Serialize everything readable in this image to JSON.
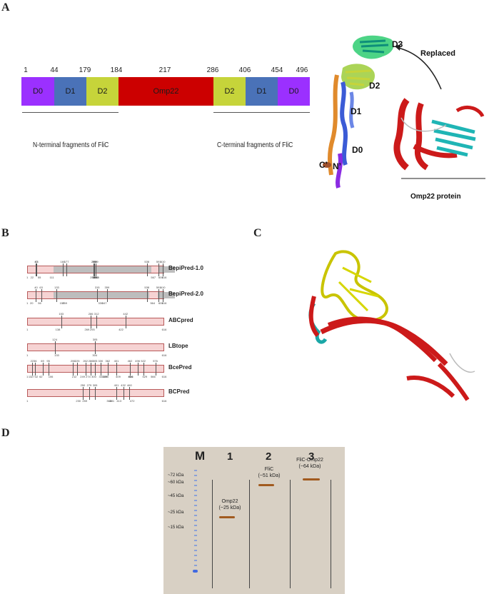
{
  "panels": {
    "a": "A",
    "b": "B",
    "c": "C",
    "d": "D"
  },
  "panel_a": {
    "positions": [
      "1",
      "44",
      "179",
      "184",
      "217",
      "286",
      "406",
      "454",
      "496"
    ],
    "segments": [
      {
        "label": "D0",
        "color": "#9b30ff"
      },
      {
        "label": "D1",
        "color": "#4a72b8"
      },
      {
        "label": "D2",
        "color": "#c6d43a"
      },
      {
        "label": "Omp22",
        "color": "#cc0000"
      },
      {
        "label": "D2",
        "color": "#c6d43a"
      },
      {
        "label": "D1",
        "color": "#4a72b8"
      },
      {
        "label": "D0",
        "color": "#9b30ff"
      }
    ],
    "n_terminal_label": "N-terminal fragments of FliC",
    "c_terminal_label": "C-terminal fragments of FliC",
    "structure_labels": {
      "d3": "D3",
      "d2": "D2",
      "d1": "D1",
      "d0": "D0",
      "c_prime": "C’",
      "n_prime": "N’"
    },
    "replaced_label": "Replaced",
    "omp22_protein_label": "Omp22 protein"
  },
  "panel_b": {
    "rows": [
      {
        "method": "BepiPred-1.0",
        "top": [
          "40",
          "43",
          "160",
          "177",
          "299",
          "303",
          "309",
          "538",
          "591",
          "610"
        ],
        "bottom": [
          "1",
          "22",
          "55",
          "111",
          "294",
          "301",
          "306",
          "309",
          "313",
          "567",
          "601",
          "616"
        ]
      },
      {
        "method": "BepiPred-2.0",
        "top": [
          "40",
          "63",
          "133",
          "315",
          "359",
          "538",
          "591",
          "610"
        ],
        "bottom": [
          "1",
          "20",
          "56",
          "169",
          "157",
          "330",
          "347",
          "564",
          "601",
          "616"
        ]
      },
      {
        "method": "ABCpred",
        "top": [
          "153",
          "286",
          "312",
          "442"
        ],
        "bottom": [
          "1",
          "138",
          "269",
          "293",
          "422",
          "616"
        ]
      },
      {
        "method": "LBtope",
        "top": [
          "124",
          "305"
        ],
        "bottom": [
          "1",
          "133",
          "304",
          "616"
        ]
      },
      {
        "method": "BcePred",
        "top": [
          "22",
          "36",
          "69",
          "95",
          "206",
          "225",
          "262",
          "286",
          "305",
          "330",
          "362",
          "401",
          "462",
          "496",
          "522",
          "576"
        ],
        "bottom": [
          "1",
          "13",
          "27",
          "42",
          "62",
          "106",
          "212",
          "249",
          "274",
          "300",
          "333",
          "349",
          "355",
          "409",
          "464",
          "466",
          "529",
          "566",
          "616"
        ]
      },
      {
        "method": "BCPred",
        "top": [
          "250",
          "279",
          "305",
          "401",
          "432",
          "460"
        ],
        "bottom": [
          "1",
          "230",
          "259",
          "368",
          "381",
          "413",
          "472",
          "616"
        ]
      }
    ]
  },
  "panel_d": {
    "lanes": [
      "M",
      "1",
      "2",
      "3"
    ],
    "markers": [
      "~72 kDa",
      "~60 kDa",
      "~45 kDa",
      "~25 kDa",
      "~15 kDa"
    ],
    "band_labels": {
      "lane1": [
        "Omp22",
        "(~25 kDa)"
      ],
      "lane2": [
        "FliC",
        "(~51 kDa)"
      ],
      "lane3": [
        "FliC-Omp22",
        "(~64 kDa)"
      ]
    },
    "colors": {
      "band": "#a15a1f",
      "marker": "#4169e1",
      "gel": "#d8d0c4"
    }
  }
}
